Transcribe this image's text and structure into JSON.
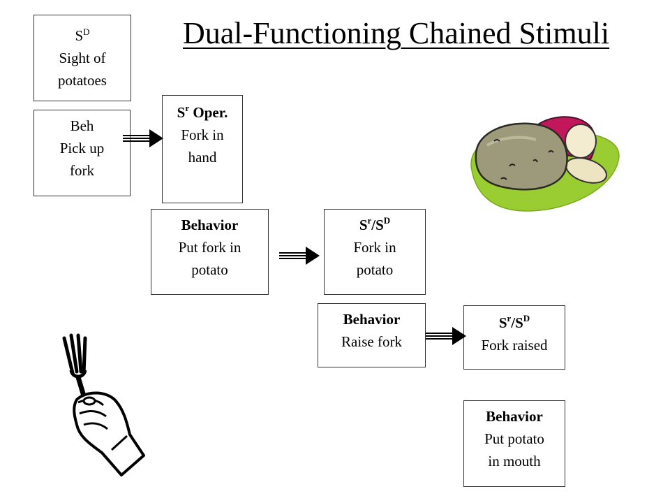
{
  "title": "Dual-Functioning Chained Stimuli",
  "boxes": {
    "sd": {
      "head_base": "S",
      "head_sup": "D",
      "line1": "Sight of",
      "line2": "potatoes"
    },
    "beh1": {
      "head": "Beh",
      "line1": "Pick up",
      "line2": "fork"
    },
    "sr_oper": {
      "head_base": "S",
      "head_sup": "r",
      "head_rest": " Oper.",
      "line1": "Fork in",
      "line2": "hand"
    },
    "beh2": {
      "head": "Behavior",
      "line1": "Put fork in",
      "line2": "potato"
    },
    "srsd1": {
      "head_base": "S",
      "head_sup1": "r",
      "head_mid": "/S",
      "head_sup2": "D",
      "line1": "Fork in",
      "line2": "potato"
    },
    "beh3": {
      "head": "Behavior",
      "line1": "Raise fork"
    },
    "srsd2": {
      "head_base": "S",
      "head_sup1": "r",
      "head_mid": "/S",
      "head_sup2": "D",
      "line1": "Fork raised"
    },
    "beh4": {
      "head": "Behavior",
      "line1": "Put potato",
      "line2": "in mouth"
    }
  },
  "clipart": [
    "potato-clipart",
    "fork-hand-clipart"
  ]
}
